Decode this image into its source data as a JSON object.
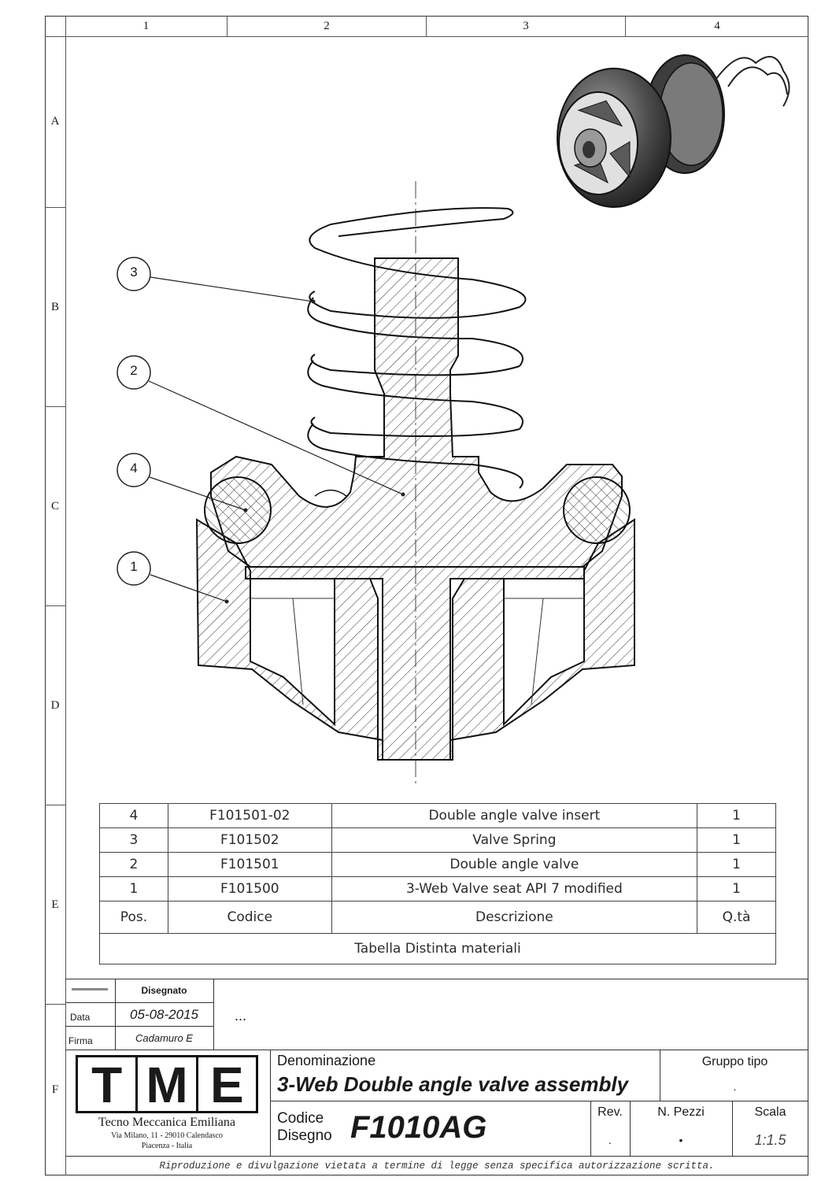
{
  "zones": {
    "columns": [
      "1",
      "2",
      "3",
      "4"
    ],
    "rows": [
      "A",
      "B",
      "C",
      "D",
      "E",
      "F"
    ]
  },
  "balloons": [
    "3",
    "2",
    "4",
    "1"
  ],
  "bom": {
    "rows": [
      {
        "pos": "4",
        "code": "F101501-02",
        "desc": "Double angle valve insert",
        "qty": "1"
      },
      {
        "pos": "3",
        "code": "F101502",
        "desc": "Valve Spring",
        "qty": "1"
      },
      {
        "pos": "2",
        "code": "F101501",
        "desc": "Double angle valve",
        "qty": "1"
      },
      {
        "pos": "1",
        "code": "F101500",
        "desc": "3-Web Valve seat  API 7 modified",
        "qty": "1"
      }
    ],
    "headers": {
      "pos": "Pos.",
      "code": "Codice",
      "desc": "Descrizione",
      "qty": "Q.tà"
    },
    "title": "Tabella Distinta materiali"
  },
  "titleblock": {
    "drawn_label": "Disegnato",
    "date_label": "Data",
    "date_value": "05-08-2015",
    "sign_label": "Firma",
    "sign_value": "Cadamuro E",
    "ellipsis": "...",
    "logo_letters": [
      "T",
      "M",
      "E"
    ],
    "company_name": "Tecno Meccanica Emiliana",
    "company_addr1": "Via Milano, 11 - 29010 Calendasco",
    "company_addr2": "Piacenza - Italia",
    "denom_label": "Denominazione",
    "denom_value": "3-Web Double angle valve assembly",
    "group_label": "Gruppo tipo",
    "group_value": ".",
    "code_label_1": "Codice",
    "code_label_2": "Disegno",
    "code_value": "F1010AG",
    "rev_label": "Rev.",
    "rev_value": ".",
    "pieces_label": "N. Pezzi",
    "pieces_value": "•",
    "scale_label": "Scala",
    "scale_value": "1:1.5",
    "notice": "Riproduzione e divulgazione vietata a termine di legge senza specifica autorizzazione scritta."
  }
}
